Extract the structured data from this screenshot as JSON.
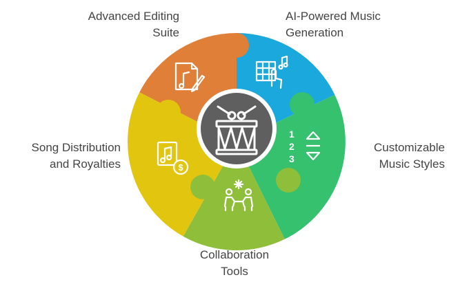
{
  "diagram": {
    "segments": [
      {
        "id": "editing",
        "lines": [
          "Advanced Editing",
          "Suite"
        ],
        "color": "#E07F37",
        "icon": "music-document-edit-icon"
      },
      {
        "id": "ai",
        "lines": [
          "AI-Powered Music",
          "Generation"
        ],
        "color": "#1AA8DD",
        "icon": "grid-touch-music-icon"
      },
      {
        "id": "custom",
        "lines": [
          "Customizable",
          "Music Styles"
        ],
        "color": "#35C16E",
        "icon": "numbered-sort-icon"
      },
      {
        "id": "collab",
        "lines": [
          "Collaboration",
          "Tools"
        ],
        "color": "#8FBE3A",
        "icon": "people-collaborate-icon"
      },
      {
        "id": "song",
        "lines": [
          "Song Distribution",
          "and Royalties"
        ],
        "color": "#E2C50E",
        "icon": "music-dollar-icon"
      }
    ],
    "center": {
      "color": "#5F5F5F",
      "icon": "drum-icon"
    }
  }
}
